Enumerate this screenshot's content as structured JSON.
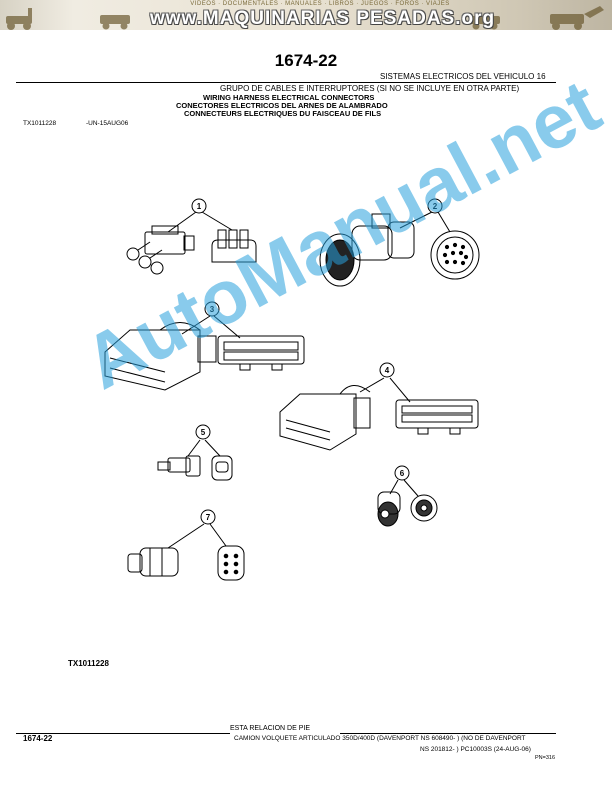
{
  "banner": {
    "top_text": "VIDEOS · DOCUMENTALES · MANUALES · LIBROS · JUEGOS · FOROS · VIAJES",
    "title": "www.MAQUINARIAS PESADAS.org"
  },
  "watermark": "AutoManual.net",
  "page_title": "1674-22",
  "section": "SISTEMAS ELECTRICOS DEL VEHICULO   16",
  "headings": {
    "es": "GRUPO DE CABLES E INTERRUPTORES (SI NO SE INCLUYE EN OTRA PARTE)",
    "en": "WIRING HARNESS ELECTRICAL CONNECTORS",
    "es2": "CONECTORES ELECTRICOS DEL ARNES DE ALAMBRADO",
    "fr": "CONNECTEURS ELECTRIQUES DU FAISCEAU DE FILS"
  },
  "figure_ref": "TX1011228",
  "figure_date": "-UN-15AUG06",
  "callouts": [
    "1",
    "2",
    "3",
    "4",
    "5",
    "6",
    "7"
  ],
  "figure_label": "TX1011228",
  "footer": {
    "middle": "ESTA RELACION DE PIE",
    "page": "1674-22",
    "description": "CAMION VOLQUETE ARTICULADO 350D/400D (DAVENPORT NS 608490- ) (NO DE DAVENPORT",
    "code": "NS 201812- )    PC10003S     (24-AUG-06)",
    "pn": "PN=316"
  },
  "colors": {
    "watermark": "#28a0dc",
    "banner_text": "#ffffff"
  }
}
